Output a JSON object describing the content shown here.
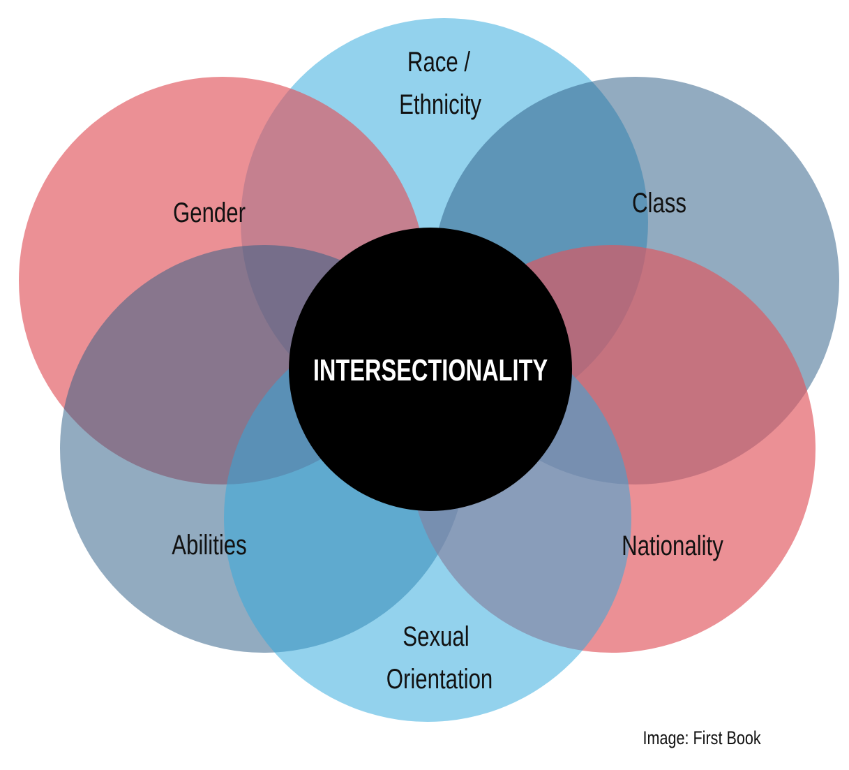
{
  "colors": {
    "red": "#e0545c",
    "light_blue": "#2fa8dc",
    "slate_blue": "#2e5e86",
    "center": "#000000",
    "background": "#ffffff"
  },
  "diagram": {
    "center_label": "INTERSECTIONALITY",
    "circles": {
      "race": {
        "line1": "Race /",
        "line2": "Ethnicity"
      },
      "gender": {
        "label": "Gender"
      },
      "class": {
        "label": "Class"
      },
      "abilities": {
        "label": "Abilities"
      },
      "nationality": {
        "label": "Nationality"
      },
      "sexual_orientation": {
        "line1": "Sexual",
        "line2": "Orientation"
      }
    }
  },
  "credit": "Image: First Book"
}
